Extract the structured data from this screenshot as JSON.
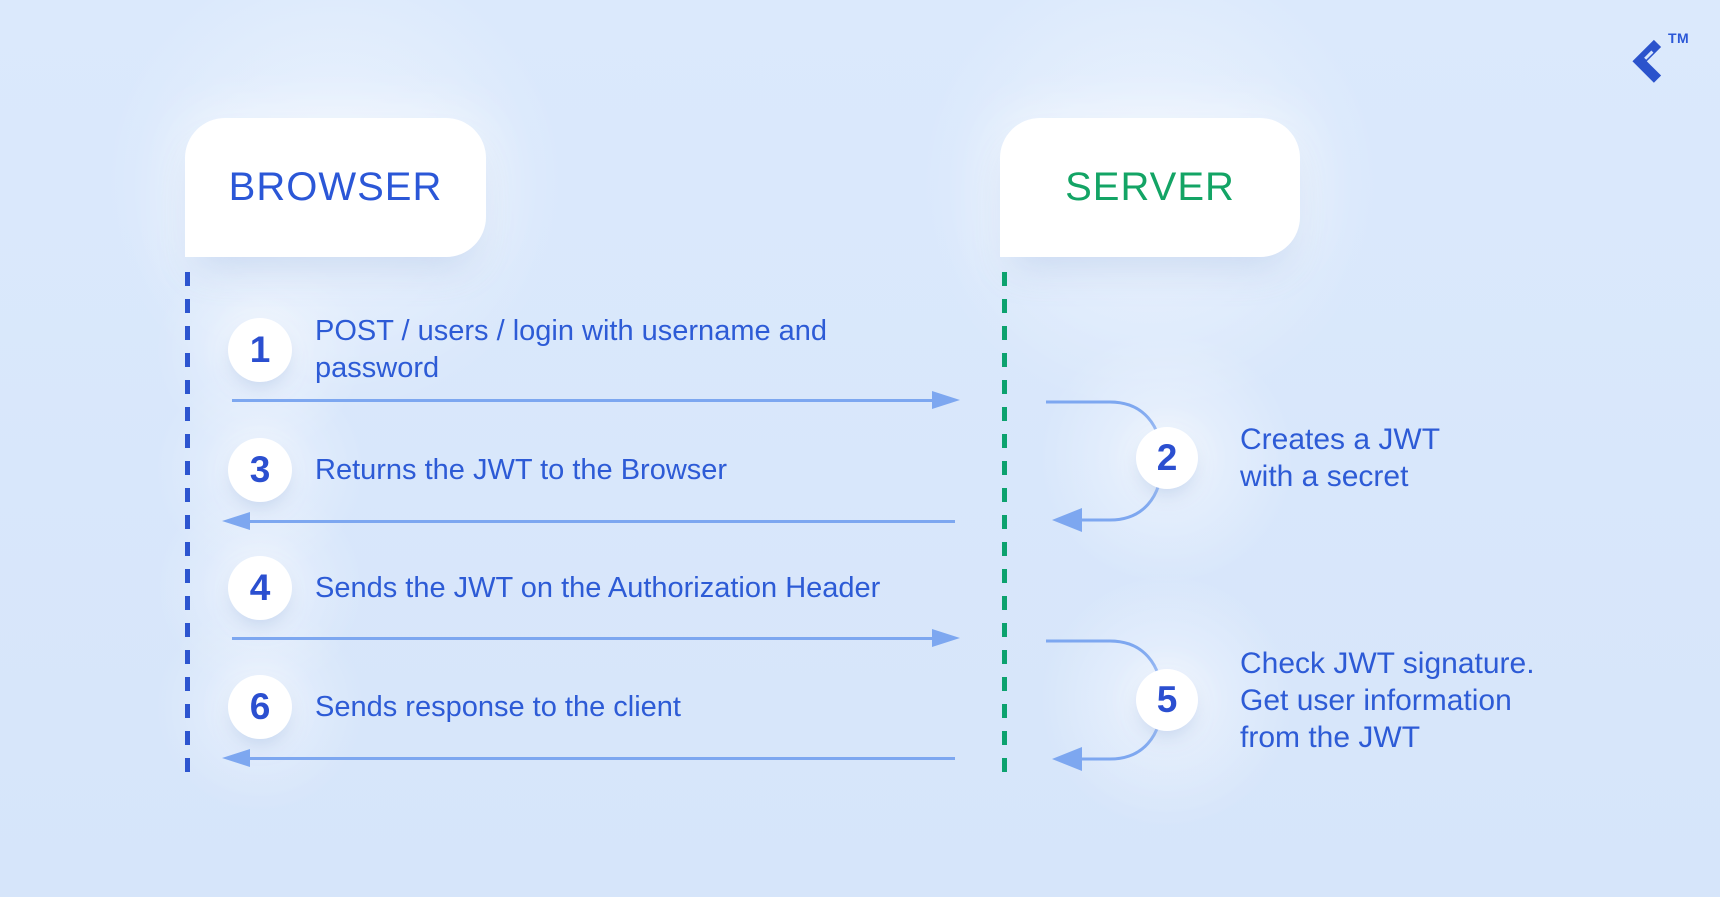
{
  "brand": {
    "trademark": "TM"
  },
  "actors": {
    "browser": {
      "label": "BROWSER"
    },
    "server": {
      "label": "SERVER"
    }
  },
  "flow": {
    "step1": {
      "number": "1",
      "line1": "POST / users / login with username and",
      "line2": "password",
      "from": "browser",
      "to": "server"
    },
    "step2": {
      "number": "2",
      "line1": "Creates a JWT",
      "line2": "with a secret",
      "actor": "server"
    },
    "step3": {
      "number": "3",
      "line1": "Returns the JWT to the Browser",
      "from": "server",
      "to": "browser"
    },
    "step4": {
      "number": "4",
      "line1": "Sends the JWT on the Authorization Header",
      "from": "browser",
      "to": "server"
    },
    "step5": {
      "number": "5",
      "line1": "Check JWT signature.",
      "line2": "Get user information",
      "line3": "from the JWT",
      "actor": "server"
    },
    "step6": {
      "number": "6",
      "line1": "Sends response to the client",
      "from": "server",
      "to": "browser"
    }
  },
  "colors": {
    "background": "#d8e7fb",
    "card": "#ffffff",
    "browser_text": "#2b57d7",
    "server_text": "#13a465",
    "step_text": "#2d5bd6",
    "number_text": "#2b4fd0",
    "arrow": "#7da7f0",
    "browser_lifeline": "#2d55cf",
    "server_lifeline": "#0ca26e",
    "logo": "#2b53cc"
  }
}
